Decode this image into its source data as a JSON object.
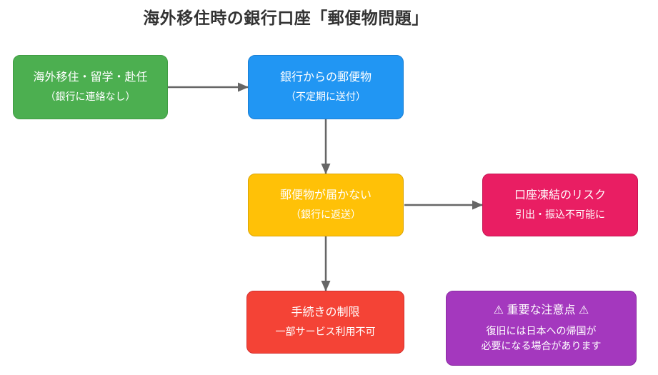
{
  "title": "海外移住時の銀行口座「郵便物問題」",
  "colors": {
    "background": "#ffffff",
    "title_text": "#333333",
    "arrow": "#666666",
    "node_text": "#ffffff",
    "start_green": "#4caf50",
    "mail_blue": "#2196f3",
    "undelivered_amber": "#ffc107",
    "freeze_pink": "#e91e63",
    "restriction_red": "#f44336",
    "warning_purple": "#a438be"
  },
  "nodes": {
    "start": {
      "line1": "海外移住・留学・赴任",
      "line2": "（銀行に連絡なし）"
    },
    "mail": {
      "line1": "銀行からの郵便物",
      "line2": "（不定期に送付）"
    },
    "undelivered": {
      "line1": "郵便物が届かない",
      "line2": "（銀行に返送）"
    },
    "freeze": {
      "line1": "口座凍結のリスク",
      "line2": "引出・振込不可能に"
    },
    "restriction": {
      "line1": "手続きの制限",
      "line2": "一部サービス利用不可"
    },
    "warning": {
      "line1": "⚠ 重要な注意点 ⚠",
      "line2": "復旧には日本への帰国が",
      "line3": "必要になる場合があります"
    }
  },
  "edges": [
    {
      "from": "start",
      "to": "mail"
    },
    {
      "from": "mail",
      "to": "undelivered"
    },
    {
      "from": "undelivered",
      "to": "freeze"
    },
    {
      "from": "undelivered",
      "to": "restriction"
    }
  ]
}
